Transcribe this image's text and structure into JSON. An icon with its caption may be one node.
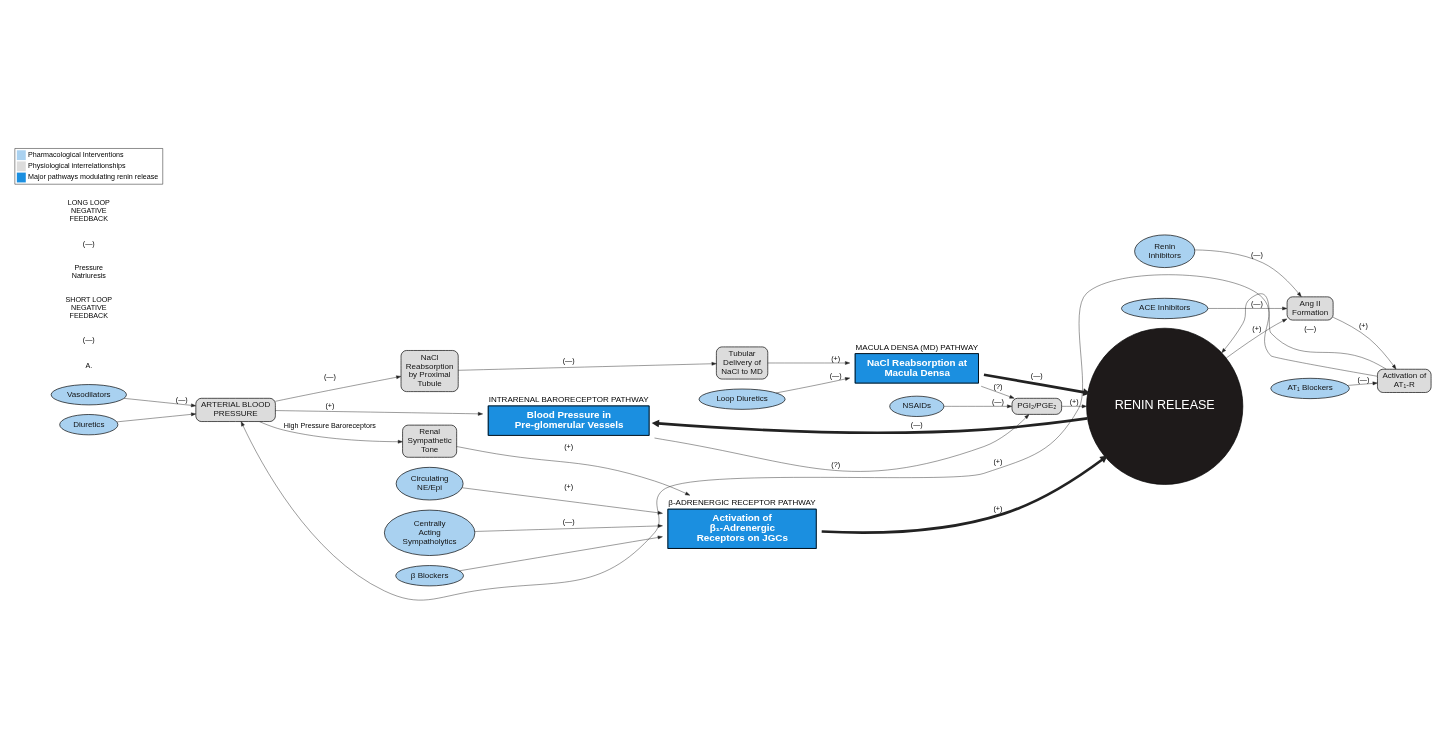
{
  "diagram": {
    "nodes": [
      {
        "text": [
          "NaCl Reabsorption by Proximal Tubule"
        ]
      },
      {
        "text": [
          "Tubular Delivery of NaCl to MD"
        ]
      },
      {
        "text": [
          "NaCl Reabsorption at Macula Densa"
        ],
        "beside": [
          "MACULA DENSA (MD) PATHWAY"
        ]
      },
      {
        "text": [
          "PGI₂/PGE₂"
        ]
      },
      {
        "text": [
          "NSAIDs"
        ]
      },
      {
        "text": [
          "Loop Diuretics"
        ]
      },
      {
        "text": [
          "RENIN RELEASE"
        ]
      },
      {
        "text": [
          "Blood Pressure in Pre-glomerular Vessels"
        ],
        "beside": [
          "INTRARENAL BARORECEPTOR PATHWAY"
        ]
      },
      {
        "text": [
          "Renin Inhibitors"
        ]
      },
      {
        "text": [
          "Ang II Formation"
        ]
      },
      {
        "text": [
          "Vasodilators"
        ]
      },
      {
        "text": [
          "ARTERIAL BLOOD PRESSURE"
        ]
      },
      {
        "text": [
          "Renal Sympathetic Tone"
        ]
      },
      {
        "text": [
          "Activation of β₁-Adrenergic Receptors on JGCs"
        ],
        "beside": [
          "β-ADRENERGIC RECEPTOR PATHWAY"
        ]
      },
      {
        "text": [
          "Activation of AT₁-R"
        ]
      },
      {
        "text": [
          "ACE Inhibitors"
        ]
      },
      {
        "text": [
          "Diuretics"
        ]
      },
      {
        "text": [
          "Circulating NE/Epi"
        ]
      },
      {
        "text": [
          "Centrally Acting Sympatholytics"
        ]
      },
      {
        "text": [
          "β Blockers"
        ]
      },
      {
        "text": [
          "AT₁ Blockers"
        ]
      }
    ],
    "edges": [
      {
        "from": 0,
        "to": 1,
        "arrow": "to",
        "label": "(—)"
      },
      {
        "from": 1,
        "to": 2,
        "arrow": "to",
        "label": "(+)"
      },
      {
        "from": 5,
        "to": 2,
        "arrow": "to",
        "label": "(—)"
      },
      {
        "from": 2,
        "to": 3,
        "arrow": "to",
        "label": "(?)"
      },
      {
        "from": 4,
        "to": 3,
        "arrow": "to",
        "label": "(—)"
      },
      {
        "from": 3,
        "to": 6,
        "arrow": "to",
        "label": "(+)"
      },
      {
        "from": 7,
        "to": 3,
        "arrow": "to",
        "label": "(?)"
      },
      {
        "from": 2,
        "to": 6,
        "arrow": "to",
        "label": "(—)",
        "style": "thick"
      },
      {
        "from": 6,
        "to": 7,
        "arrow": "to",
        "label": "(—)",
        "style": "thick"
      },
      {
        "from": 13,
        "to": 6,
        "arrow": "to",
        "label": "(+)",
        "style": "thick"
      },
      {
        "from": 6,
        "to": 9,
        "arrow": "to",
        "label": "(+)"
      },
      {
        "from": 8,
        "to": 9,
        "arrow": "to",
        "label": "(—)"
      },
      {
        "from": 15,
        "to": 9,
        "arrow": "to",
        "label": "(—)"
      },
      {
        "from": 9,
        "to": 14,
        "arrow": "to",
        "label": "(+)"
      },
      {
        "from": 20,
        "to": 14,
        "arrow": "to",
        "label": "(—)"
      },
      {
        "from": 14,
        "to": 6,
        "arrow": "to",
        "label": "(—)"
      },
      {
        "from": 14,
        "to": 11,
        "arrow": "to",
        "label": "(+)"
      },
      {
        "from": 10,
        "to": 11,
        "arrow": "to",
        "label": "(—)"
      },
      {
        "from": 16,
        "to": 11,
        "arrow": "to"
      },
      {
        "from": 11,
        "to": 0,
        "arrow": "to",
        "label": "(—)"
      },
      {
        "from": 11,
        "to": 7,
        "arrow": "to",
        "label": "(+)"
      },
      {
        "from": 11,
        "to": 12,
        "arrow": "to",
        "label": "High Pressure Baroreceptors"
      },
      {
        "from": 12,
        "to": 13,
        "arrow": "to",
        "label": "(+)"
      },
      {
        "from": 17,
        "to": 13,
        "arrow": "to",
        "label": "(+)"
      },
      {
        "from": 18,
        "to": 13,
        "arrow": "to",
        "label": "(—)"
      },
      {
        "from": 19,
        "to": 13,
        "arrow": "to"
      }
    ],
    "labels": [
      "A.",
      "(—)",
      "SHORT LOOP NEGATIVE FEEDBACK",
      "Pressure Natriuresis",
      "(—)",
      "LONG LOOP NEGATIVE FEEDBACK"
    ],
    "legend": [
      {
        "text": "Pharmacological Interventions",
        "color": "#a9d1f0"
      },
      {
        "text": "Physiological interrelationships",
        "color": "#dcdcdc"
      },
      {
        "text": "Major pathways modulating renin release",
        "color": "#1b8fe0"
      }
    ]
  }
}
